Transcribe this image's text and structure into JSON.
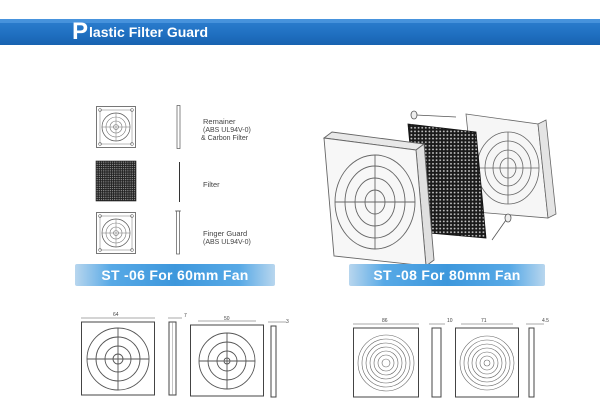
{
  "header": {
    "title_initial": "P",
    "title_rest": "lastic Filter Guard"
  },
  "st06": {
    "remainer_label": "Remainer",
    "remainer_sub1": "(ABS UL94V-0)",
    "remainer_sub2": "& Carbon Filter",
    "filter_label": "Filter",
    "finger_label": "Finger Guard",
    "finger_sub": "(ABS UL94V-0)",
    "banner": "ST -06 For 60mm Fan",
    "dims": {
      "width": "64",
      "thick": "7",
      "hole": "50",
      "edge": "3"
    }
  },
  "st08": {
    "banner": "ST -08 For 80mm Fan",
    "dims": {
      "width": "86",
      "thick": "10",
      "hole": "71",
      "edge": "4.5"
    }
  },
  "colors": {
    "header_blue": "#1f6fc0",
    "banner_blue": "#3d97dc"
  }
}
